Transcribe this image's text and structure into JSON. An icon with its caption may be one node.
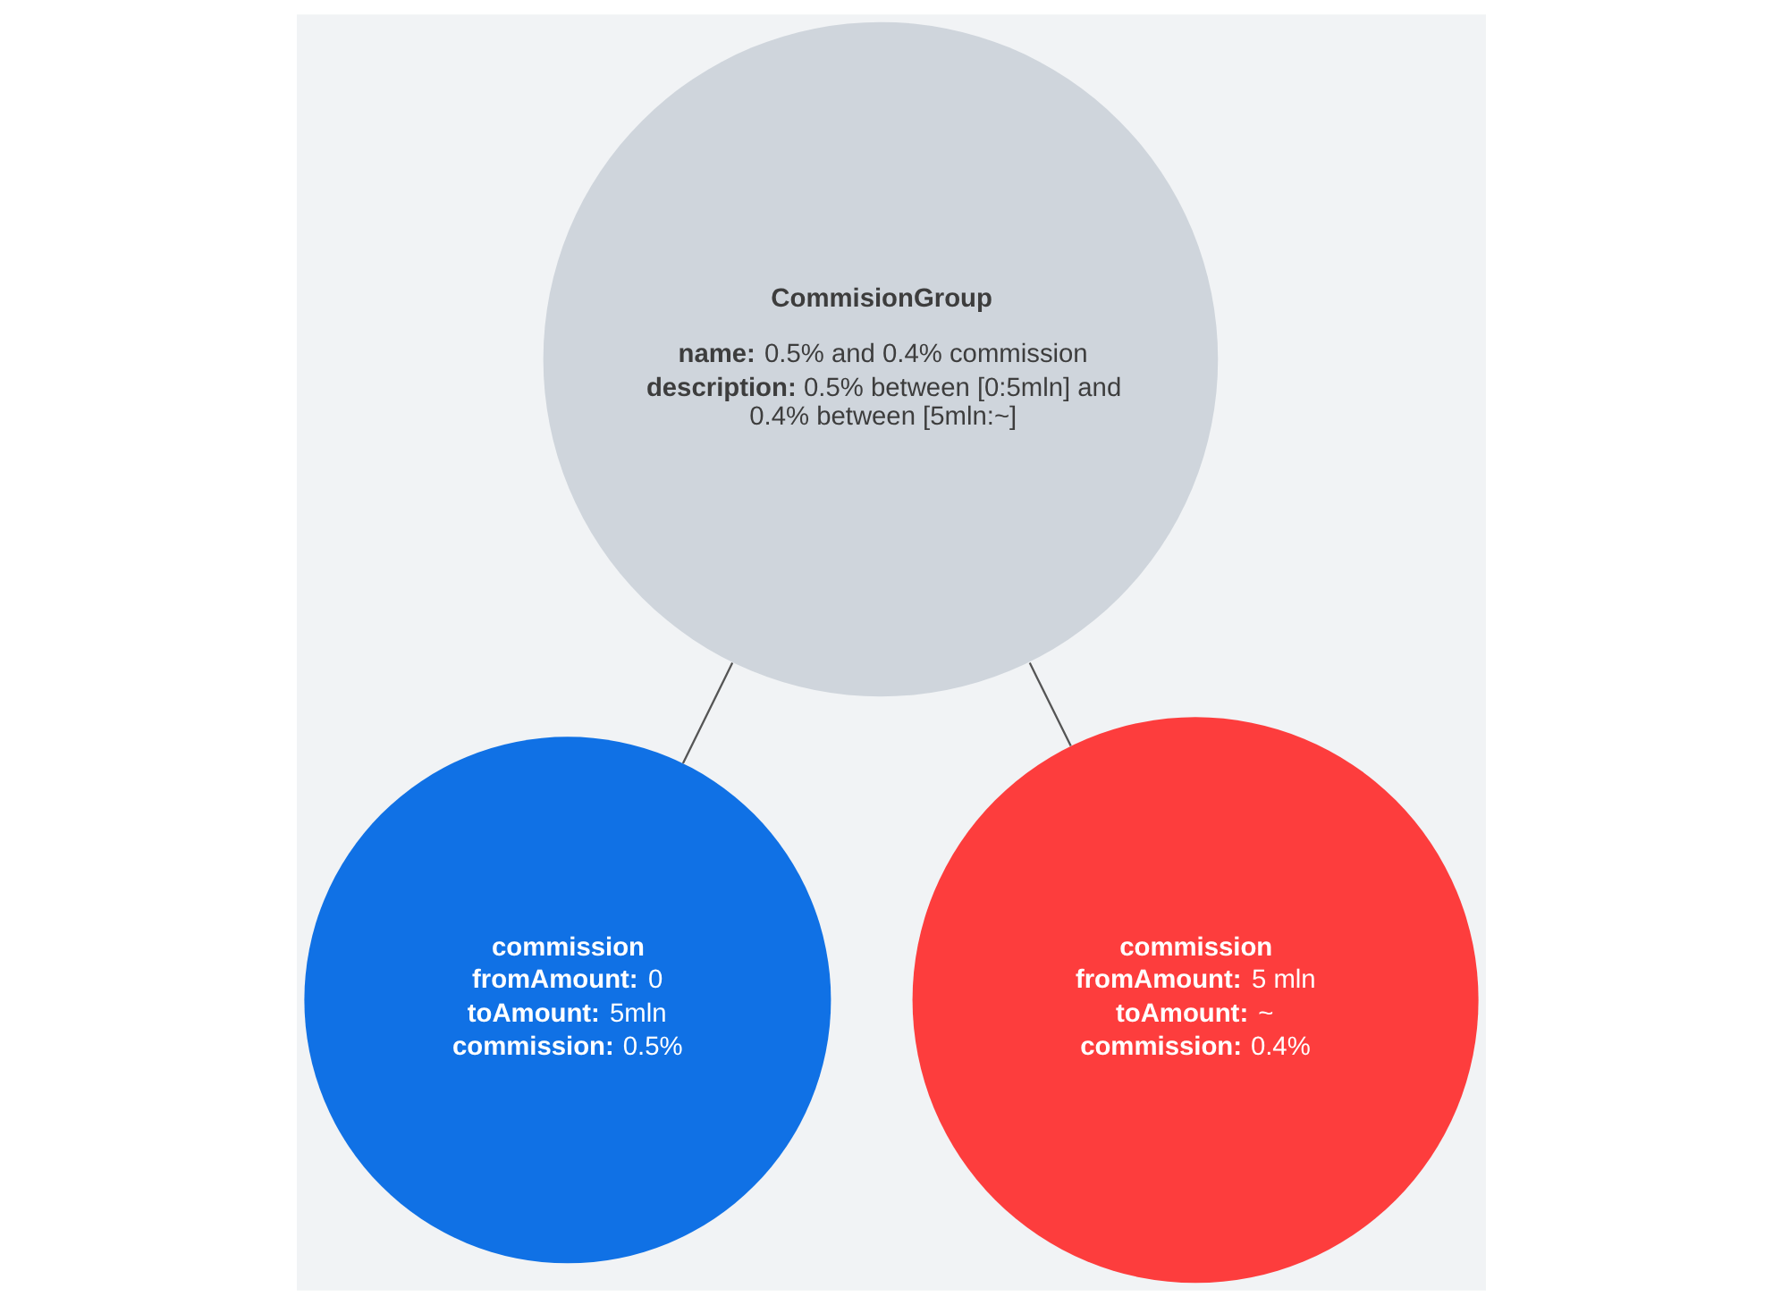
{
  "diagram": {
    "nodes": [
      {
        "text": [
          "CommisionGroup",
          "**name:** 0.5% and 0.4% commission",
          "**description:** 0.5% between [0:5mln] and 0.4% between [5mln:~]"
        ]
      },
      {
        "text": [
          "commission",
          "**fromAmount:** 0",
          "**toAmount:** 5mln",
          "**commission:** 0.5%"
        ]
      },
      {
        "text": [
          "commission",
          "**fromAmount:** 5 mln",
          "**toAmount:** ~",
          "**commission:** 0.4%"
        ]
      }
    ],
    "edges": [
      {
        "from": 0,
        "to": 1,
        "arrow": "none"
      },
      {
        "from": 0,
        "to": 2,
        "arrow": "none"
      }
    ]
  }
}
